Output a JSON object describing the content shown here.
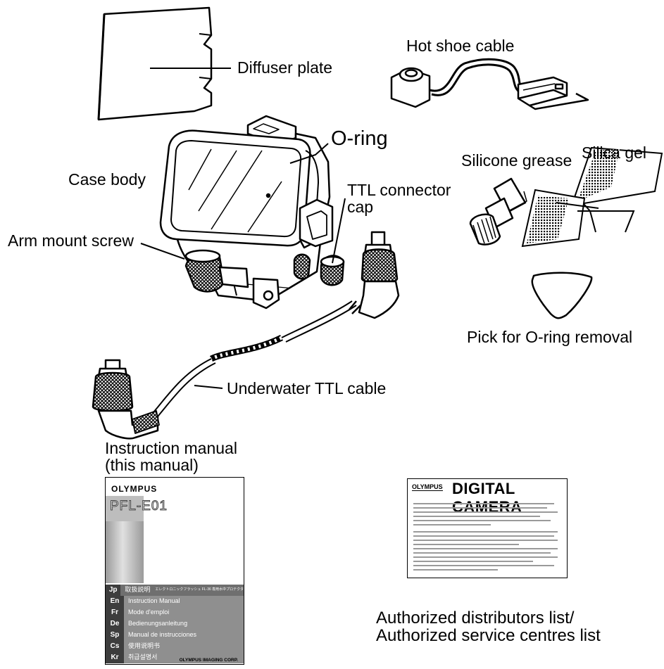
{
  "labels": {
    "diffuser_plate": "Diffuser plate",
    "hot_shoe_cable": "Hot shoe cable",
    "o_ring": "O-ring",
    "silicone_grease": "Silicone grease",
    "silica_gel": "Silica gel",
    "case_body": "Case body",
    "ttl_connector_cap_line1": "TTL connector",
    "ttl_connector_cap_line2": "cap",
    "arm_mount_screw": "Arm mount screw",
    "pick": "Pick for O-ring removal",
    "underwater_ttl_cable": "Underwater TTL cable",
    "instruction_manual_line1": "Instruction manual",
    "instruction_manual_line2": "(this manual)",
    "distributors_line1": "Authorized distributors list/",
    "distributors_line2": "Authorized service centres list"
  },
  "manual": {
    "brand": "OLYMPUS",
    "model": "PFL-E01",
    "corp": "OLYMPUS IMAGING CORP.",
    "languages": [
      {
        "code": "Jp",
        "name": "取扱説明書",
        "note": "エレクトロニックフラッシュ FL-36 専用水中プロテクタ"
      },
      {
        "code": "En",
        "name": "Instruction Manual",
        "note": ""
      },
      {
        "code": "Fr",
        "name": "Mode d'emploi",
        "note": ""
      },
      {
        "code": "De",
        "name": "Bedienungsanleitung",
        "note": ""
      },
      {
        "code": "Sp",
        "name": "Manual de instrucciones",
        "note": ""
      },
      {
        "code": "Cs",
        "name": "使用说明书",
        "note": ""
      },
      {
        "code": "Kr",
        "name": "취급설명서",
        "note": ""
      }
    ]
  },
  "leaflet": {
    "brand": "OLYMPUS",
    "heading": "DIGITAL CAMERA"
  }
}
